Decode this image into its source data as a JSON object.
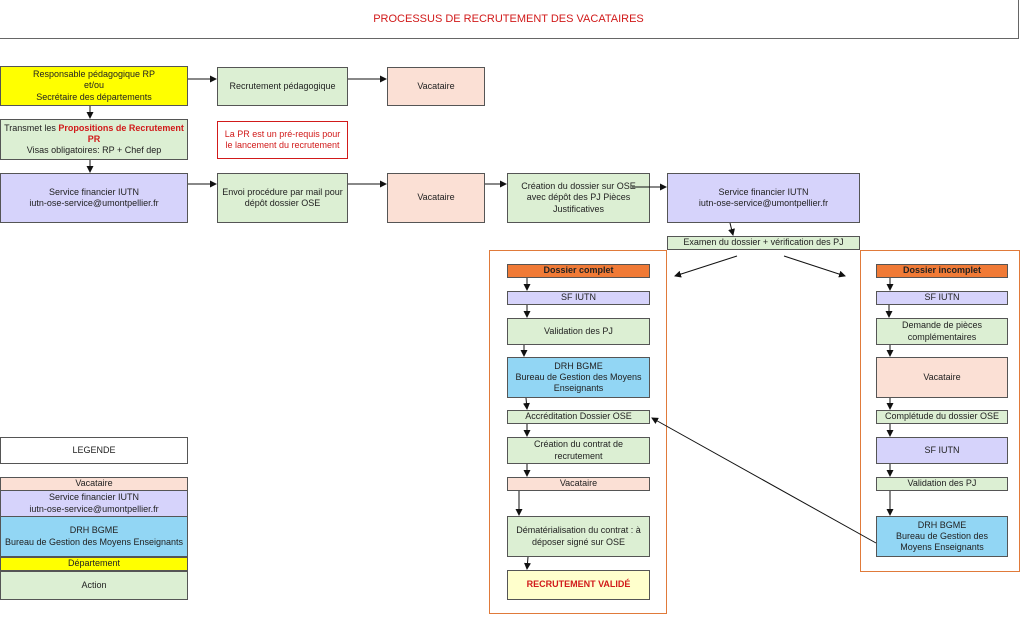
{
  "title": "PROCESSUS DE RECRUTEMENT DES VACATAIRES",
  "top_row": {
    "rp_box": [
      "Responsable pédagogique RP",
      "et/ou",
      "Secrétaire des départements"
    ],
    "recrutement_pedagogique": "Recrutement pédagogique",
    "vacataire": "Vacataire"
  },
  "transmet": {
    "prefix": "Transmet les ",
    "highlight": "Propositions de Recrutement PR",
    "visas": "Visas obligatoires: RP + Chef dep"
  },
  "prerequis_note": "La PR est un pré-requis pour le lancement du recrutement",
  "third_row": {
    "service_financier": [
      "Service financier IUTN",
      "iutn-ose-service@umontpellier.fr"
    ],
    "envoi_procedure": "Envoi procédure par mail pour dépôt dossier OSE",
    "vacataire": "Vacataire",
    "creation_dossier": "Création du dossier sur OSE avec dépôt des PJ Pièces Justificatives",
    "service_financier_right": [
      "Service financier IUTN",
      "iutn-ose-service@umontpellier.fr"
    ]
  },
  "examen": "Examen du dossier + vérification des PJ",
  "complete_branch": {
    "header": "Dossier complet",
    "sf": "SF IUTN",
    "validation": "Validation des PJ",
    "drh": [
      "DRH BGME",
      "Bureau de Gestion des Moyens Enseignants"
    ],
    "accreditation": "Accréditation Dossier OSE",
    "creation_contrat": "Création du contrat de recrutement",
    "vacataire": "Vacataire",
    "dematerialisation": "Dématérialisation du contrat : à déposer signé sur OSE",
    "valide": "RECRUTEMENT VALIDÉ"
  },
  "incomplete_branch": {
    "header": "Dossier incomplet",
    "sf": "SF IUTN",
    "demande": "Demande de pièces complémentaires",
    "vacataire": "Vacataire",
    "completude": "Complétude du dossier OSE",
    "sf2": "SF IUTN",
    "validation": "Validation des PJ",
    "drh": [
      "DRH BGME",
      "Bureau de Gestion des Moyens Enseignants"
    ]
  },
  "legend": {
    "title": "LEGENDE",
    "vacataire": "Vacataire",
    "service_financier": [
      "Service financier IUTN",
      "iutn-ose-service@umontpellier.fr"
    ],
    "drh": [
      "DRH BGME",
      "Bureau de Gestion des Moyens Enseignants"
    ],
    "departement": "Département",
    "action": "Action"
  },
  "colors": {
    "yellow": "#ffff00",
    "green": "#dcefd3",
    "pink": "#fbe0d5",
    "purple": "#d6d3fb",
    "blue": "#92d6f4",
    "orange": "#f07a36",
    "title_red": "#d11a1a"
  }
}
